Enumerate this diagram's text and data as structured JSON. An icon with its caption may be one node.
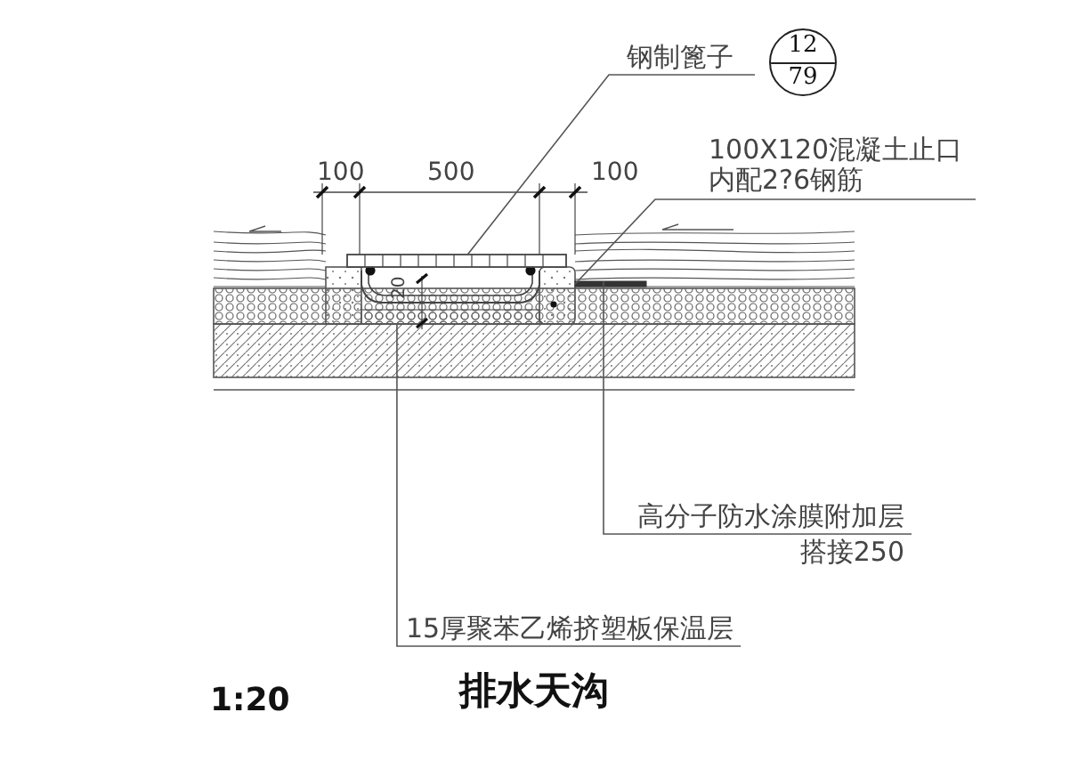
{
  "diagram": {
    "title": "排水天沟",
    "nodes": [
      {
        "text": [
          "钢制篦子"
        ]
      },
      {
        "text": [
          "12",
          "79"
        ]
      },
      {
        "text": [
          "100X120混凝土止口内配2?6钢筋"
        ]
      },
      {
        "text": [
          "高分子防水涂膜附加层"
        ],
        "beside": [
          "搭接250"
        ]
      },
      {
        "text": [
          "15厚聚苯乙烯挤塑板保温层"
        ]
      },
      {
        "text": [],
        "shape": "bar"
      },
      {
        "text": [],
        "shape": "box"
      },
      {
        "text": [],
        "shape": "bar"
      },
      {
        "text": [],
        "shape": "bar"
      }
    ],
    "edges": [
      {
        "from": 0,
        "to": 5,
        "arrow": "none"
      },
      {
        "from": 2,
        "to": 6,
        "arrow": "none"
      },
      {
        "from": 3,
        "to": 8,
        "arrow": "none"
      },
      {
        "from": 4,
        "to": 7,
        "arrow": "none"
      }
    ],
    "labels": [
      "100",
      "500",
      "100",
      "20",
      "1:20"
    ]
  }
}
